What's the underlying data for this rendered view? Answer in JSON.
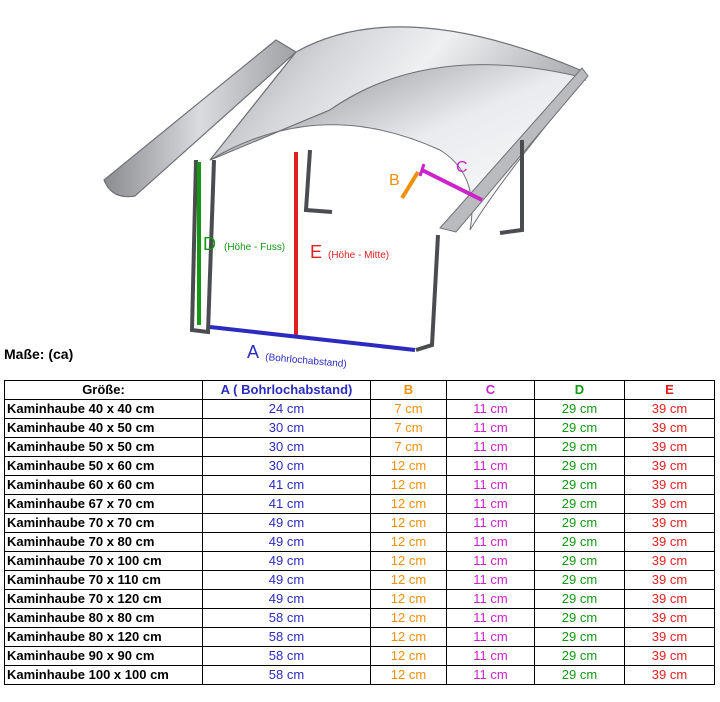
{
  "diagram": {
    "label_a": "A",
    "label_a_sub": "(Bohrlochabstand)",
    "label_b": "B",
    "label_c": "C",
    "label_d": "D",
    "label_d_sub": "(Höhe - Fuss)",
    "label_e": "E",
    "label_e_sub": "(Höhe - Mitte)"
  },
  "caption": "Maße: (ca)",
  "table": {
    "headers": [
      "Größe:",
      "A ( Bohrlochabstand)",
      "B",
      "C",
      "D",
      "E"
    ],
    "rows": [
      [
        "Kaminhaube 40 x 40 cm",
        "24 cm",
        "7 cm",
        "11 cm",
        "29 cm",
        "39 cm"
      ],
      [
        "Kaminhaube 40 x 50 cm",
        "30 cm",
        "7 cm",
        "11 cm",
        "29 cm",
        "39 cm"
      ],
      [
        "Kaminhaube 50 x 50 cm",
        "30 cm",
        "7 cm",
        "11 cm",
        "29 cm",
        "39 cm"
      ],
      [
        "Kaminhaube 50 x 60 cm",
        "30 cm",
        "12 cm",
        "11 cm",
        "29 cm",
        "39 cm"
      ],
      [
        "Kaminhaube 60 x 60 cm",
        "41 cm",
        "12 cm",
        "11 cm",
        "29 cm",
        "39 cm"
      ],
      [
        "Kaminhaube 67 x 70 cm",
        "41 cm",
        "12 cm",
        "11 cm",
        "29 cm",
        "39 cm"
      ],
      [
        "Kaminhaube 70 x 70 cm",
        "49 cm",
        "12 cm",
        "11 cm",
        "29 cm",
        "39 cm"
      ],
      [
        "Kaminhaube 70 x 80 cm",
        "49 cm",
        "12 cm",
        "11 cm",
        "29 cm",
        "39 cm"
      ],
      [
        "Kaminhaube 70 x 100 cm",
        "49 cm",
        "12 cm",
        "11 cm",
        "29 cm",
        "39 cm"
      ],
      [
        "Kaminhaube 70 x 110 cm",
        "49 cm",
        "12 cm",
        "11 cm",
        "29 cm",
        "39 cm"
      ],
      [
        "Kaminhaube 70 x 120 cm",
        "49 cm",
        "12 cm",
        "11 cm",
        "29 cm",
        "39 cm"
      ],
      [
        "Kaminhaube 80 x 80 cm",
        "58 cm",
        "12 cm",
        "11 cm",
        "29 cm",
        "39 cm"
      ],
      [
        "Kaminhaube 80 x 120 cm",
        "58 cm",
        "12 cm",
        "11 cm",
        "29 cm",
        "39 cm"
      ],
      [
        "Kaminhaube 90 x 90 cm",
        "58 cm",
        "12 cm",
        "11 cm",
        "29 cm",
        "39 cm"
      ],
      [
        "Kaminhaube 100 x 100 cm",
        "58 cm",
        "12 cm",
        "11 cm",
        "29 cm",
        "39 cm"
      ]
    ]
  },
  "colors": {
    "A": "#2b2bc0",
    "B": "#f0900a",
    "C": "#cc22cc",
    "D": "#119911",
    "E": "#e32020"
  }
}
